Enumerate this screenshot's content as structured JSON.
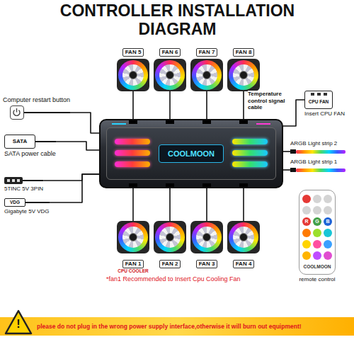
{
  "diagram": {
    "title": "CONTROLLER INSTALLATION DIAGRAM",
    "nodes": [
      {
        "text": [
          "Computer restart button"
        ]
      },
      {
        "text": [
          "FAN 5"
        ]
      },
      {
        "text": [
          "FAN 6"
        ]
      },
      {
        "text": [
          "FAN 7"
        ]
      },
      {
        "text": [
          "FAN 8"
        ]
      },
      {
        "text": [
          "CPU FAN",
          "Insert CPU FAN"
        ]
      },
      {
        "text": [
          "COOLMOON"
        ]
      },
      {
        "text": [
          "SATA",
          "SATA power cable"
        ]
      },
      {
        "text": [
          "ARGB Light strip 2"
        ]
      },
      {
        "text": [
          "ARGB Light strip 1"
        ]
      },
      {
        "text": [
          "5TINC 5V 3PIN"
        ]
      },
      {
        "text": [
          "VDG",
          "Gigabyte 5V VDG"
        ]
      },
      {
        "text": [
          "FAN 1",
          "CPU COOLER"
        ]
      },
      {
        "text": [
          "FAN 2"
        ]
      },
      {
        "text": [
          "FAN 3"
        ]
      },
      {
        "text": [
          "FAN 4"
        ]
      },
      {
        "text": [
          "COOLMOON",
          "remote control"
        ]
      },
      {
        "text": [
          "please do not plug in the wrong power supply interface,otherwise it will burn out equipment!"
        ]
      }
    ],
    "edges": [
      {
        "from": 0,
        "to": 6,
        "arrow": "none"
      },
      {
        "from": 1,
        "to": 6,
        "arrow": "none"
      },
      {
        "from": 2,
        "to": 6,
        "arrow": "none"
      },
      {
        "from": 3,
        "to": 6,
        "arrow": "none"
      },
      {
        "from": 4,
        "to": 6,
        "arrow": "none"
      },
      {
        "from": 6,
        "to": 5,
        "label": "Temperature control signal cable",
        "arrow": "none"
      },
      {
        "from": 7,
        "to": 6,
        "arrow": "none"
      },
      {
        "from": 6,
        "to": 8,
        "arrow": "none"
      },
      {
        "from": 6,
        "to": 9,
        "arrow": "none"
      },
      {
        "from": 10,
        "to": 6,
        "arrow": "none"
      },
      {
        "from": 11,
        "to": 6,
        "arrow": "none"
      },
      {
        "from": 12,
        "to": 6,
        "arrow": "none"
      },
      {
        "from": 13,
        "to": 6,
        "arrow": "none"
      },
      {
        "from": 14,
        "to": 6,
        "arrow": "none"
      },
      {
        "from": 15,
        "to": 6,
        "arrow": "none"
      }
    ],
    "labels": [
      "*fan1 Recommended to Insert Cpu Cooling Fan",
      "R",
      "G",
      "B",
      "!"
    ]
  }
}
